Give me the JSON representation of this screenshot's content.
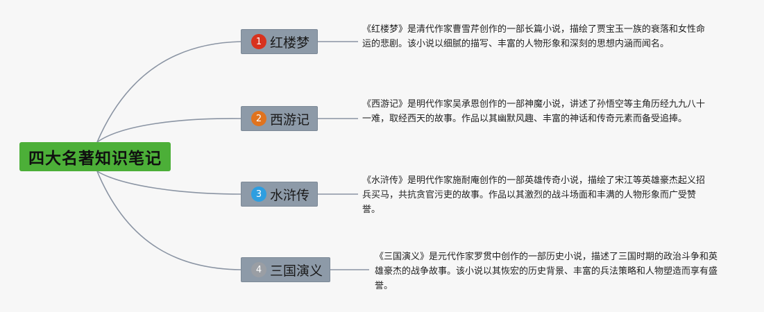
{
  "root": {
    "label": "四大名著知识笔记",
    "color": "#4caf38"
  },
  "branches": [
    {
      "badge": "1",
      "badge_color": "#d8321e",
      "label": "红楼梦",
      "description": "《红楼梦》是清代作家曹雪芹创作的一部长篇小说，描绘了贾宝玉一族的衰落和女性命运的悲剧。该小说以细腻的描写、丰富的人物形象和深刻的思想内涵而闻名。"
    },
    {
      "badge": "2",
      "badge_color": "#e0731e",
      "label": "西游记",
      "description": "《西游记》是明代作家吴承恩创作的一部神魔小说，讲述了孙悟空等主角历经九九八十一难，取经西天的故事。作品以其幽默风趣、丰富的神话和传奇元素而备受追捧。"
    },
    {
      "badge": "3",
      "badge_color": "#2e9ee0",
      "label": "水浒传",
      "description": "《水浒传》是明代作家施耐庵创作的一部英雄传奇小说，描绘了宋江等英雄豪杰起义招兵买马，共抗贪官污吏的故事。作品以其激烈的战斗场面和丰满的人物形象而广受赞誉。"
    },
    {
      "badge": "4",
      "badge_color": "#9a9ea4",
      "label": "三国演义",
      "description": "《三国演义》是元代作家罗贯中创作的一部历史小说，描述了三国时期的政治斗争和英雄豪杰的战争故事。该小说以其恢宏的历史背景、丰富的兵法策略和人物塑造而享有盛誉。"
    }
  ]
}
